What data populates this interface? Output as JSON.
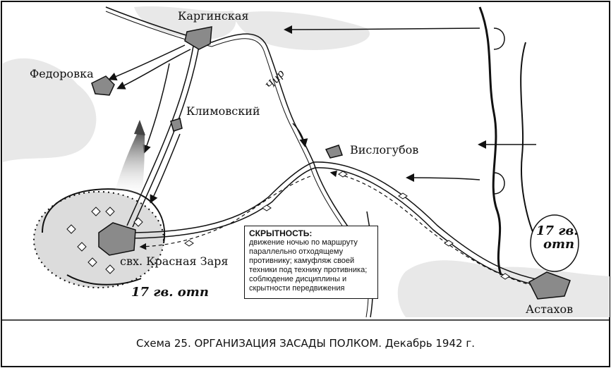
{
  "places": {
    "karginskaya": "Каргинская",
    "fedorovka": "Федоровка",
    "klimovsky": "Климовский",
    "vislogubov": "Вислогубов",
    "krasnaya_zarya": "свх. Красная Заря",
    "astakhov": "Астахов"
  },
  "river": "Чир",
  "units": {
    "otp_left_line1": "17 гв. отп",
    "otp_right_line1": "17 гв.",
    "otp_right_line2": "отп"
  },
  "note": {
    "title": "СКРЫТНОСТЬ:",
    "body": "движение ночью по маршруту параллельно отходящему противнику; камуфляж своей техники под технику противника; соблюдение дисциплины и скрытности передвижения"
  },
  "caption": "Схема 25. ОРГАНИЗАЦИЯ ЗАСАДЫ ПОЛКОМ. Декабрь 1942 г.",
  "colors": {
    "ink": "#111111",
    "settlement": "#8a8a8a",
    "forest": "#e6e6e6"
  }
}
